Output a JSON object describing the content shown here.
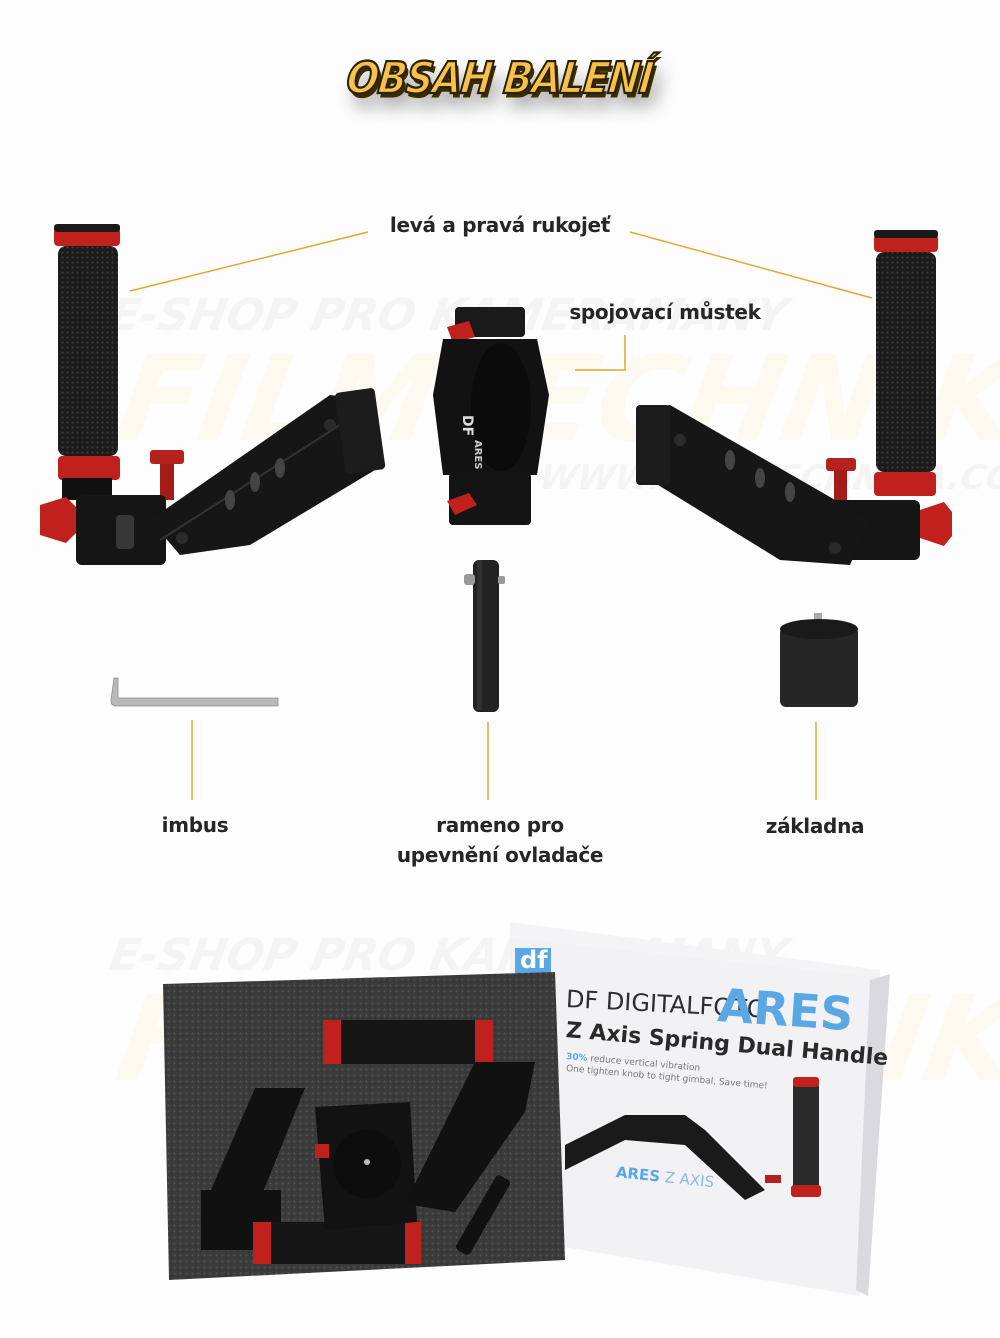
{
  "header": {
    "title": "OBSAH BALENÍ",
    "title_color": "#f7c14b"
  },
  "labels": {
    "handles": "levá a pravá rukojeť",
    "bridge": "spojovací můstek",
    "hex_key": "imbus",
    "mount_arm_line1": "rameno pro",
    "mount_arm_line2": "upevnění ovladače",
    "base": "základna"
  },
  "watermark": {
    "line1": "E-SHOP PRO KAMERAMANY",
    "line2": "FILMTECHNIKA",
    "line3": "WWW.FILMTECHNIKA.COM"
  },
  "product_box": {
    "logo": "df",
    "brand": "DF DIGITALFOTO",
    "product_name": "ARES",
    "subtitle": "Z Axis Spring Dual Handle",
    "feature_highlight": "30%",
    "feature_1": "reduce vertical vibration",
    "feature_2": "One tighten knob to tight gimbal, Save time!",
    "bottom_brand": "ARES",
    "bottom_model": "Z AXIS",
    "side_text": "ARES Z AXIS",
    "bridge_marking_brand": "DF",
    "bridge_marking_model": "ARES Z AXIS"
  },
  "colors": {
    "accent_line": "#e0a82e",
    "label_text": "#262626",
    "anodized_red": "#c0211c",
    "box_blue": "#5aa7e6",
    "foam": "#3a3a3a"
  }
}
